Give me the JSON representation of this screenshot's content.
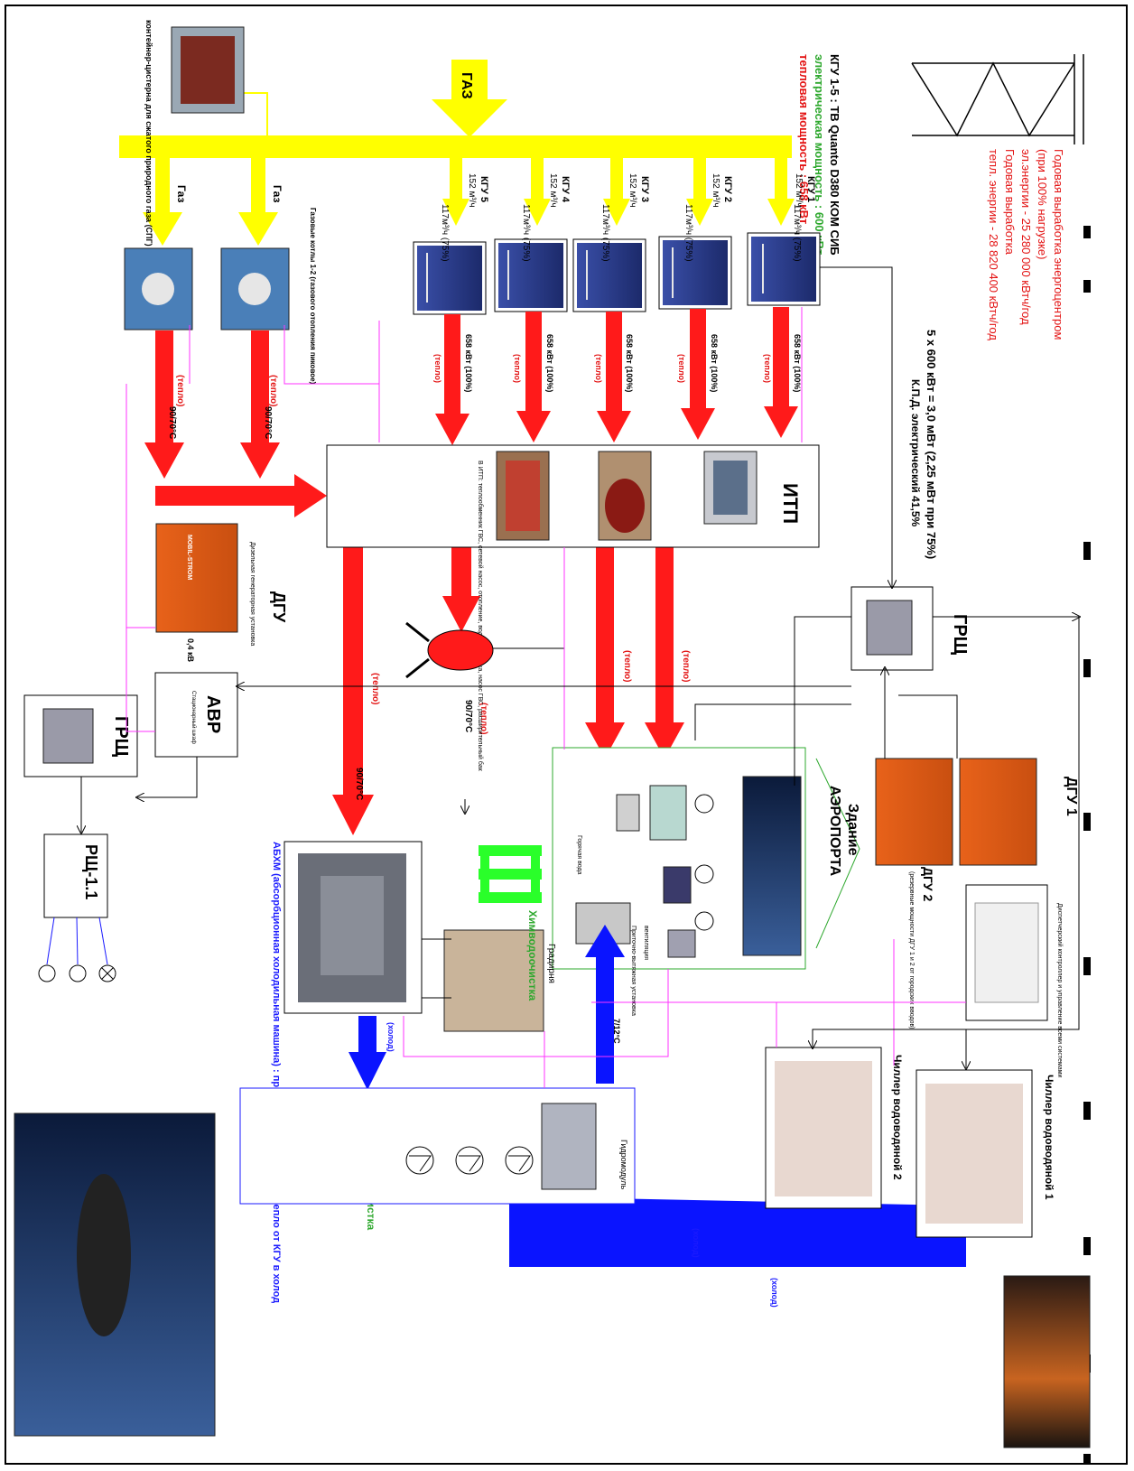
{
  "texts": {
    "gaz": "ГАЗ",
    "gaz_left_1": "Газ",
    "gaz_left_2": "Газ",
    "spg_container": "контейнер-цистерна для сжатого природного газа (СПГ)",
    "boilers_note": "Газовые котлы 1-2 (газового отопления пиковое)",
    "ktu_spec": "КГУ 1-5 : TB Quanto D380 КОМ СИБ",
    "el_power": "электрическая мощность : 600 кВт",
    "heat_power": "тепловая мощность : 658 кВт",
    "annual_1": "Годовая выработка энергоцентром",
    "annual_2": "(при 100% нагрузке)",
    "annual_3": "эл.энергии - 25 280 000 кВтч/год",
    "annual_4": "Годовая выработка",
    "annual_5": "тепл. энергии - 28 820 400 кВтч/год",
    "total_power": "5 х 600 кВт = 3,0 мВт (2,25 мВт при 75%)",
    "kpd": "К.П.Д. электрический 41,5%",
    "ktu1": "КГУ 1",
    "ktu2": "КГУ 2",
    "ktu3": "КГУ 3",
    "ktu4": "КГУ 4",
    "ktu5": "КГУ 5",
    "ktu_sub": "152 м³/ч",
    "ktu_flow": "117м³/ч (75%)",
    "heat_ktu": "658 кВт (100%)",
    "teplo": "(тепло)",
    "holod": "(холод)",
    "itp": "ИТП",
    "itp_list": "В ИТП: теплообменник ГВС, сетевой насос, отопление, водоподготовка, насос ГВС, расширительный бак",
    "dgu": "ДГУ",
    "dgu_sub": "Дизельная генераторная установка",
    "dgu1": "ДГУ 1",
    "dgu2": "ДГУ 2",
    "dgu2_sub": "(резервные мощности ДГУ 1 и 2 от городских вводов)",
    "avr": "АВР",
    "avr_sub": "Стационарный шкаф",
    "v04": "0,4 кВ",
    "grsh": "ГРЩ",
    "rsh": "РЩ-1.1",
    "mobil": "MOBIL-STROM",
    "airport_1": "Здание",
    "airport_2": "АЭРОПОРТА",
    "absorber": "АБХМ (абсорбционная холодильная машина) : преобразует \"бросовое\" тепло от КГУ в холод",
    "gradirnya": "Градирня",
    "himvodo": "Химводоочистка",
    "chiller1": "Чиллер водоводяной 1",
    "chiller2": "Чиллер водоводяной 2",
    "hydromodule": "Гидромодуль",
    "dispatch": "Диспетчерский контроллер и управление всеми системами",
    "ventil": "вентиляция",
    "shkaf": "Приточно-вытяжная установка",
    "goryach": "Горячая вода",
    "gvs_temp": "90/70°С",
    "cold_temp": "7/12°С"
  },
  "colors": {
    "gas": "#ffff00",
    "heat": "#ff1a1a",
    "cold": "#0a14ff",
    "water": "#2aff2a",
    "control": "#ff33ff"
  }
}
